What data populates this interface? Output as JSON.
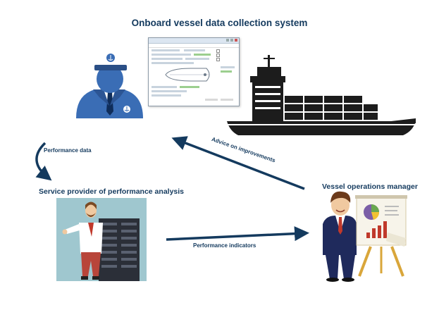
{
  "diagram": {
    "title": "Onboard vessel data collection system",
    "provider_title": "Service provider of performance analysis",
    "manager_title": "Vessel operations manager",
    "arrows": {
      "performance_data": "Performance data",
      "advice": "Advice on improvements",
      "performance_indicators": "Performance indicators"
    }
  },
  "colors": {
    "navy": "#143a5e",
    "captain_blue": "#3a6db5",
    "ship_dark": "#1c1c1c",
    "server_bg": "#9fc7cf"
  },
  "icons": [
    "captain-icon",
    "software-window",
    "cargo-ship-icon",
    "server-engineer-icon",
    "manager-icon",
    "flipchart-icon"
  ]
}
